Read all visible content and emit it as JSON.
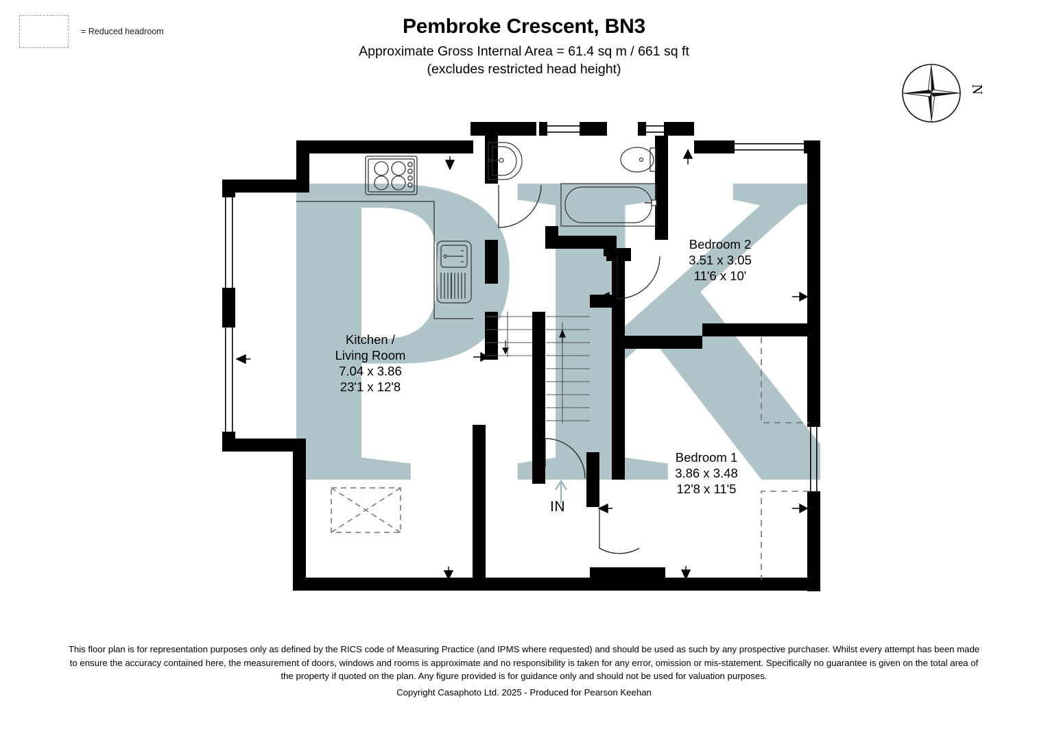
{
  "legend": {
    "swatch_name": "reduced-headroom-swatch",
    "text": "= Reduced headroom"
  },
  "header": {
    "title": "Pembroke Crescent, BN3",
    "area_line": "Approximate Gross Internal Area = 61.4 sq m / 661 sq ft",
    "note_line": "(excludes restricted head height)"
  },
  "compass": {
    "north_label": "N"
  },
  "plan": {
    "watermark_text": "PK",
    "watermark_color": "#aec4c8",
    "wall_color": "#000000",
    "entrance_label": "IN",
    "rooms": [
      {
        "key": "kitchen_living",
        "name": "Kitchen /",
        "name2": "Living Room",
        "metric": "7.04 x 3.86",
        "imperial": "23'1 x 12'8"
      },
      {
        "key": "bedroom_2",
        "name": "Bedroom 2",
        "metric": "3.51 x 3.05",
        "imperial": "11'6 x 10'"
      },
      {
        "key": "bedroom_1",
        "name": "Bedroom 1",
        "metric": "3.86 x 3.48",
        "imperial": "12'8 x 11'5"
      }
    ],
    "fixtures": [
      "hob-icon",
      "kitchen-sink-icon",
      "wash-basin-icon",
      "toilet-icon",
      "bathtub-icon",
      "staircase-up-icon",
      "staircase-down-icon",
      "skylight-marker-icon"
    ]
  },
  "footer": {
    "line1": "This floor plan is for representation purposes only as defined by the RICS code of Measuring Practice (and IPMS where requested) and should be used as such by any prospective",
    "line2": "purchaser. Whilst every attempt has been made to ensure the accuracy contained here, the measurement of doors, windows and rooms is approximate and no responsibility is taken for any",
    "line3": "error, omission or mis-statement. Specifically no guarantee is given on the total area of the property if quoted on the plan. Any figure provided is for guidance only and should not",
    "line4": "be used for valuation purposes.",
    "copyright": "Copyright Casaphoto Ltd. 2025 - Produced for Pearson Keehan"
  }
}
